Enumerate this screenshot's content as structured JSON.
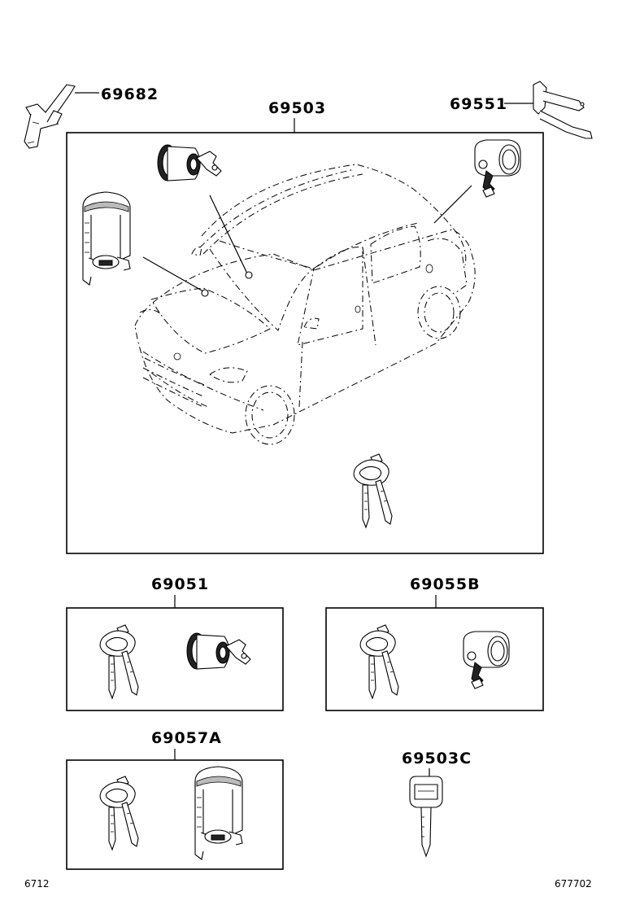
{
  "labels": {
    "kit": "69503",
    "clip_left": "69682",
    "clip_right": "69551",
    "set_ignition": "69051",
    "set_door": "69055B",
    "set_back": "69057A",
    "key_blank": "69503C"
  },
  "corners": {
    "bottom_left": "6712",
    "bottom_right": "677702"
  }
}
